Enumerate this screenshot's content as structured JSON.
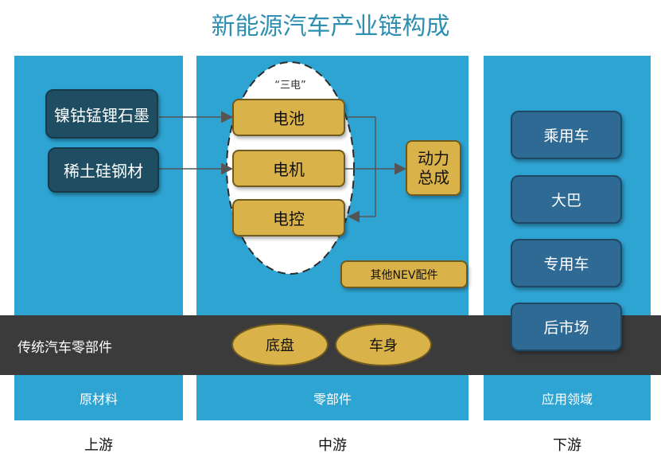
{
  "title": "新能源汽车产业链构成",
  "upstream": {
    "materials": [
      "镍钴锰锂石墨",
      "稀土硅钢材"
    ],
    "label": "原材料"
  },
  "midstream": {
    "san_dian_label": "“三电”",
    "core": [
      "电池",
      "电机",
      "电控"
    ],
    "powertrain_line1": "动力",
    "powertrain_line2": "总成",
    "other_nev": "其他NEV配件",
    "traditional_parts": [
      "底盘",
      "车身"
    ],
    "label": "零部件"
  },
  "traditional_band_label": "传统汽车零部件",
  "downstream": {
    "items": [
      "乘用车",
      "大巴",
      "专用车",
      "后市场"
    ],
    "label": "应用领域"
  },
  "streams": {
    "upstream": "上游",
    "midstream": "中游",
    "downstream": "下游"
  },
  "colors": {
    "title": "#2e8fb0",
    "column": "#2ea4d3",
    "dark_box": "#1f4e62",
    "gold": "#d9b24a",
    "blue_box": "#2f6a94",
    "band": "#3b3b3b"
  }
}
